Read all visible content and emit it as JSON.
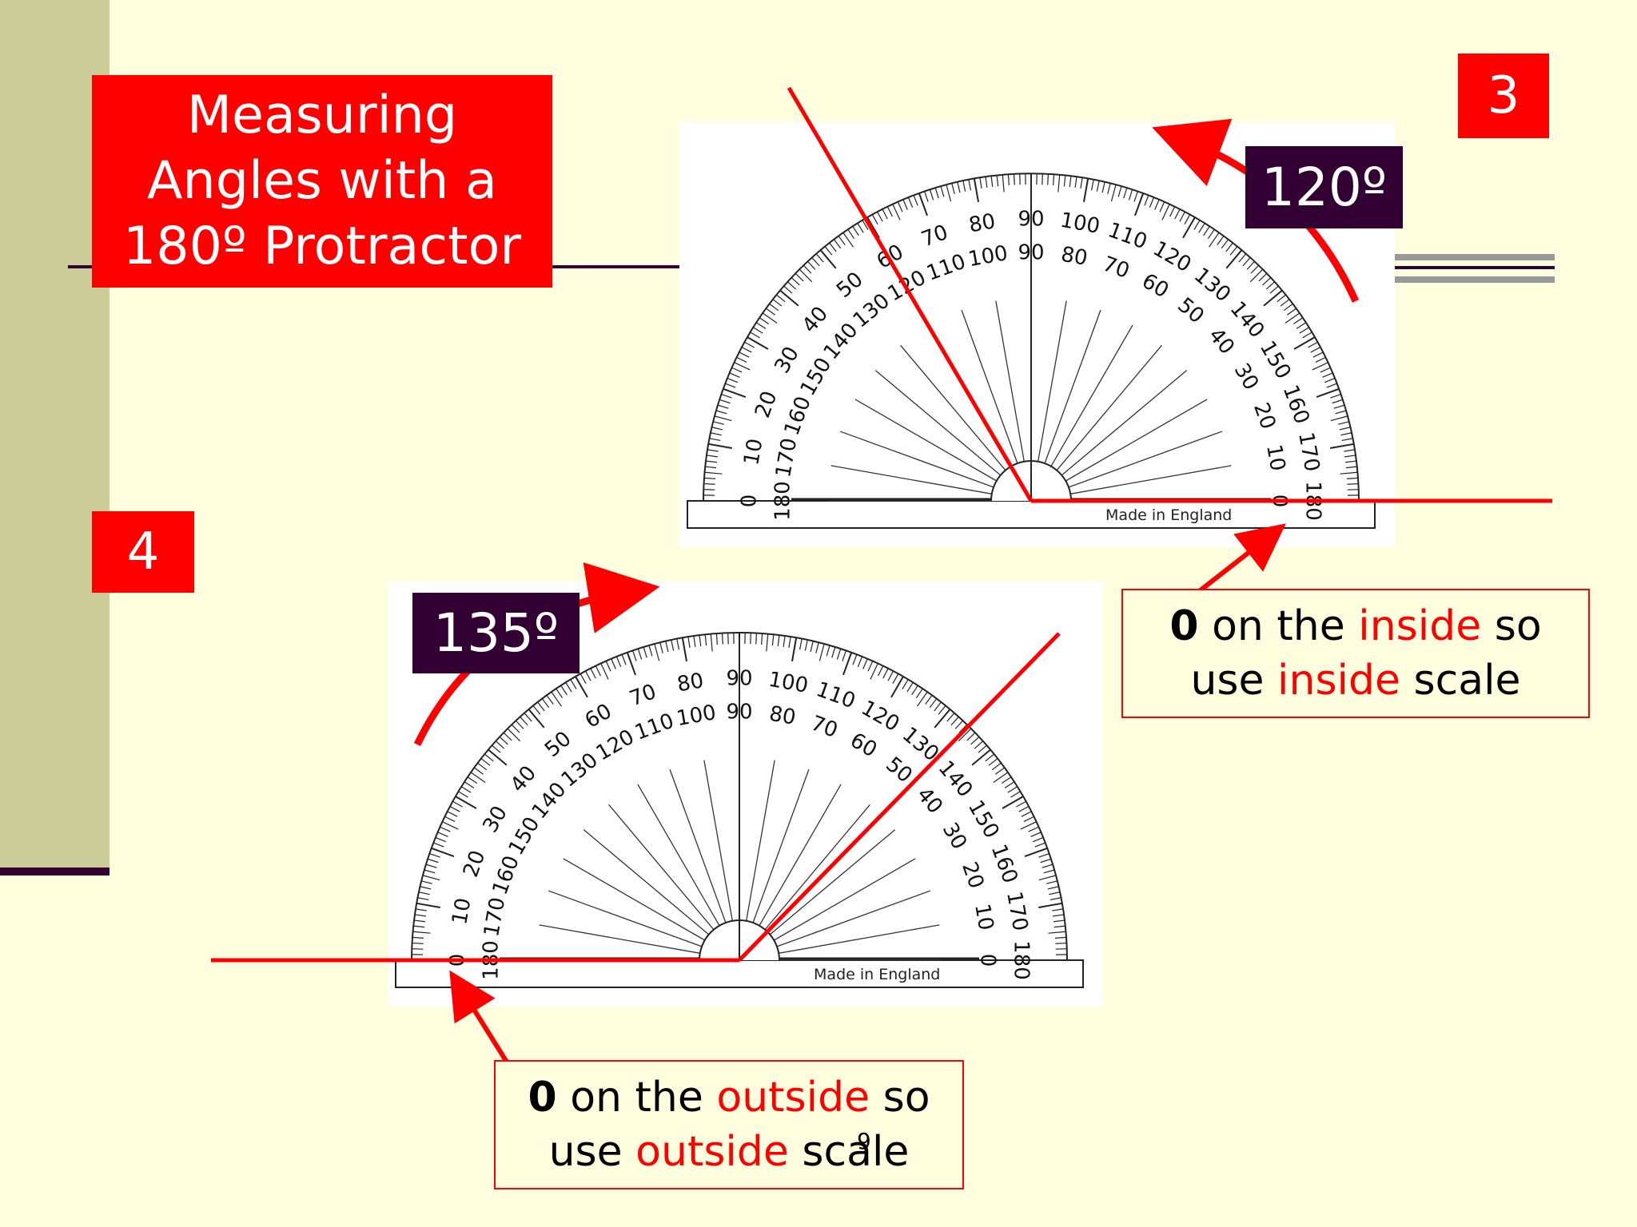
{
  "slide": {
    "title": "Measuring Angles with a 180º Protractor",
    "title_lines": [
      "Measuring",
      "Angles with a",
      "180º Protractor"
    ],
    "label_3": "3",
    "label_4": "4",
    "angle_top": "120º",
    "angle_bottom": "135º",
    "note_inside": {
      "zero": "0",
      "t1": " on the ",
      "hi1": "inside",
      "t2": " so",
      "t3": "use ",
      "hi2": "inside",
      "t4": " scale"
    },
    "note_outside": {
      "zero": "0",
      "t1": " on the ",
      "hi1": "outside",
      "t2": " so",
      "t3": "use ",
      "hi2": "outside",
      "t4": " scale"
    },
    "page_number": "9",
    "protractor_brand": "Made in England"
  },
  "colors": {
    "background": "#ffffe0",
    "sidebar": "#cccc99",
    "accent_red": "#ff0000",
    "dark_purple": "#330033"
  }
}
